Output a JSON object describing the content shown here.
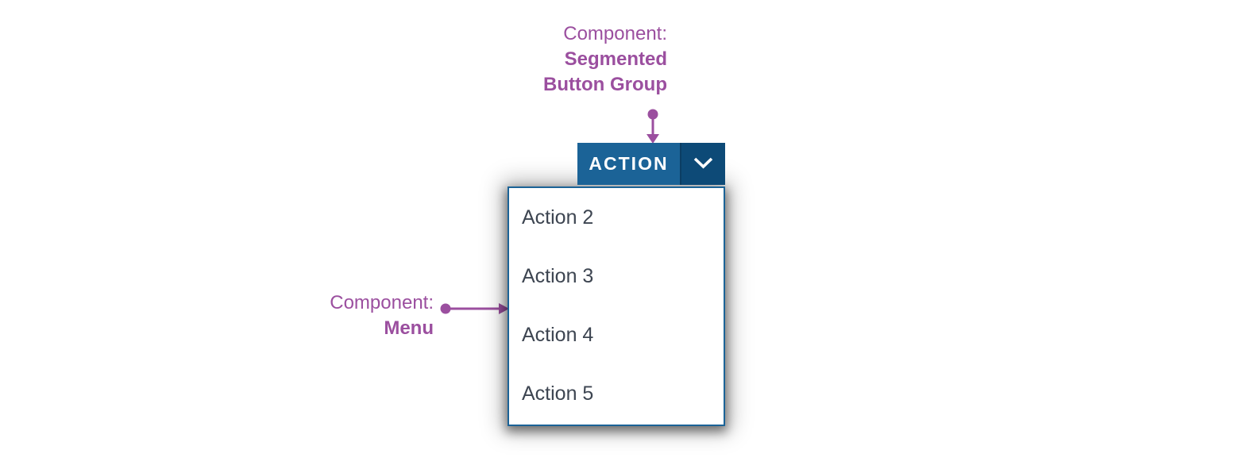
{
  "annotations": {
    "segmented_button_group": {
      "line1": "Component:",
      "line2": "Segmented",
      "line3": "Button Group"
    },
    "menu_label": {
      "line1": "Component:",
      "line2": "Menu"
    }
  },
  "segmented_button": {
    "action_label": "ACTION",
    "toggle_icon": "chevron-down-icon"
  },
  "menu": {
    "items": [
      {
        "label": "Action 2"
      },
      {
        "label": "Action 3"
      },
      {
        "label": "Action 4"
      },
      {
        "label": "Action 5"
      }
    ]
  },
  "colors": {
    "annotation_purple": "#9B4F9F",
    "button_primary_blue": "#1B6397",
    "button_toggle_dark_blue": "#0D4A77",
    "menu_border_blue": "#1B6397",
    "menu_text": "#3D4551",
    "button_text": "#FFFFFF",
    "menu_background": "#FFFFFF"
  }
}
